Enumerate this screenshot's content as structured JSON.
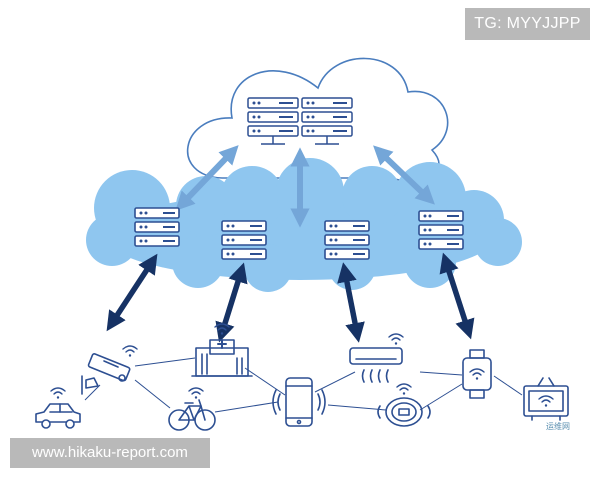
{
  "colors": {
    "cloud_blue": "#8fc6ef",
    "link_dark": "#163264",
    "link_light": "#74a6d8",
    "line_icon": "#2d4f92",
    "badge_bg": "#b9b9b9"
  },
  "watermarks": {
    "tg_label": "TG: MYYJJPP",
    "site_url": "www.hikaku-report.com",
    "corner_mark": "运维网"
  },
  "nodes": {
    "cloud_servers": [
      "server-icon",
      "server-icon"
    ],
    "edge_servers": [
      "server-icon",
      "server-icon",
      "server-icon",
      "server-icon"
    ],
    "devices": [
      "security-camera-icon",
      "hospital-icon",
      "air-conditioner-icon",
      "smartwatch-icon",
      "car-icon",
      "bicycle-icon",
      "smartphone-icon",
      "robot-vacuum-icon",
      "smart-tv-icon"
    ]
  }
}
